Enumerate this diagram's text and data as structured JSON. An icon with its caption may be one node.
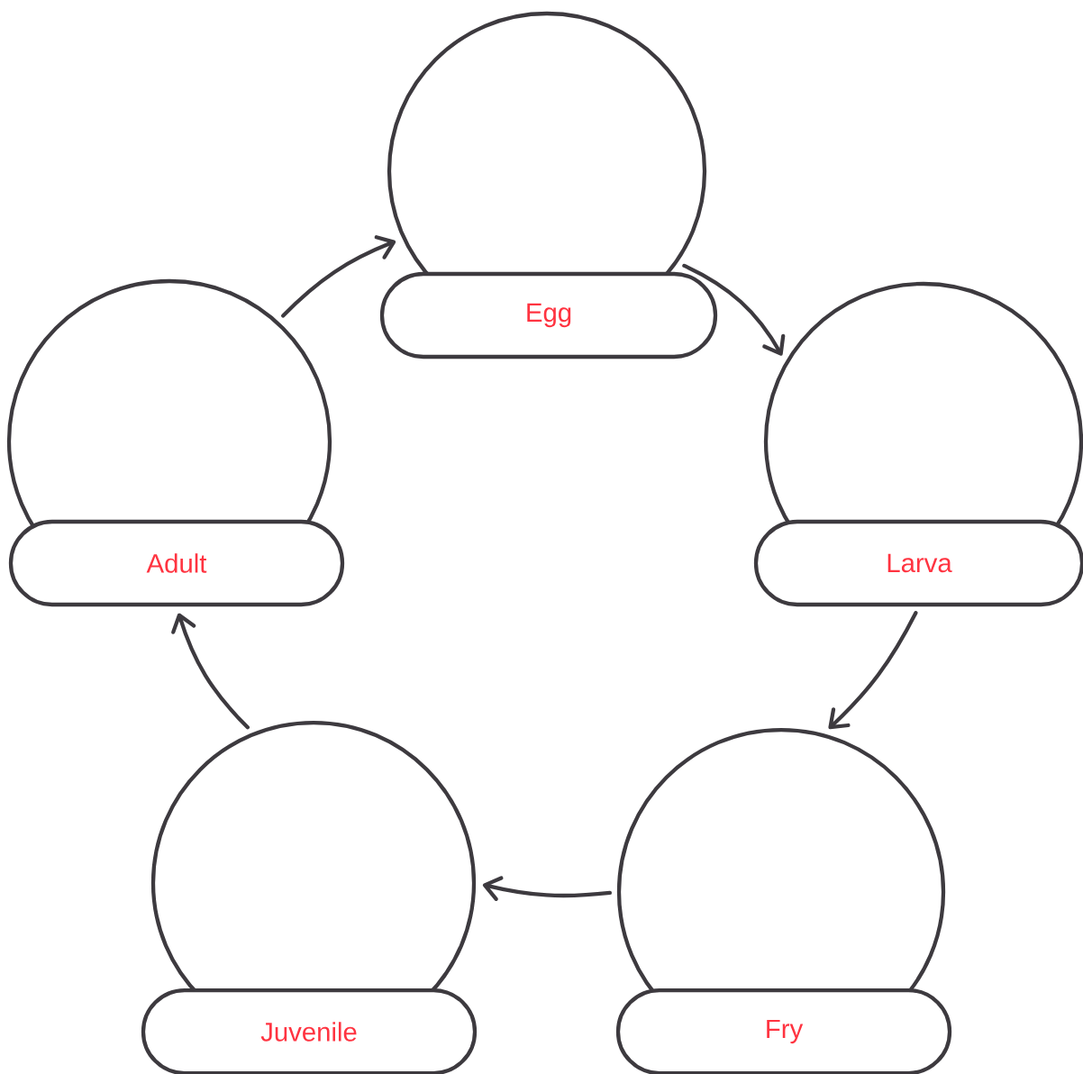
{
  "diagram": {
    "nodes": [
      {
        "text": [
          "Egg"
        ]
      },
      {
        "text": [
          "Larva"
        ]
      },
      {
        "text": [
          "Fry"
        ]
      },
      {
        "text": [
          "Juvenile"
        ]
      },
      {
        "text": [
          "Adult"
        ]
      }
    ],
    "edges": [
      {
        "from": 0,
        "to": 1,
        "arrow": "to"
      },
      {
        "from": 1,
        "to": 2,
        "arrow": "to"
      },
      {
        "from": 2,
        "to": 3,
        "arrow": "to"
      },
      {
        "from": 3,
        "to": 4,
        "arrow": "to"
      },
      {
        "from": 4,
        "to": 0,
        "arrow": "to"
      }
    ]
  }
}
